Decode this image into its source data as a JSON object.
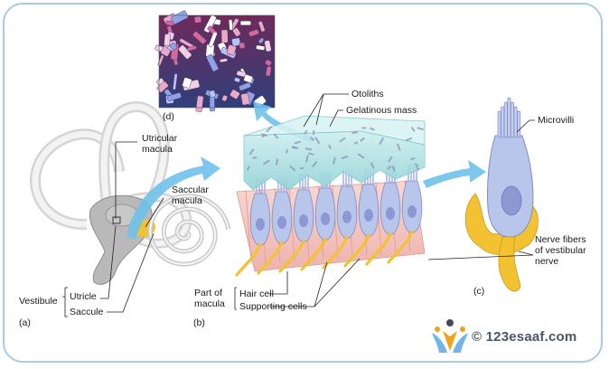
{
  "panels": {
    "a": "(a)",
    "b": "(b)",
    "c": "(c)",
    "d": "(d)"
  },
  "labels": {
    "utricular_macula": [
      "Utricular",
      "macula"
    ],
    "saccular_macula": [
      "Saccular",
      "macula"
    ],
    "vestibule": "Vestibule",
    "utricle": "Utricle",
    "saccule": "Saccule",
    "otoliths": "Otoliths",
    "gelatinous_mass": "Gelatinous mass",
    "part_of_macula": [
      "Part of",
      "macula"
    ],
    "hair_cell": "Hair cell",
    "supporting_cells": "Supporting cells",
    "microvilli": "Microvilli",
    "nerve_fibers": [
      "Nerve fibers",
      "of vestibular",
      "nerve"
    ]
  },
  "watermark": {
    "text": "© 123esaaf.com"
  },
  "colors": {
    "frame": "#a9cbe6",
    "arrow": "#6fc0ea",
    "hair_cell": "#b9c6ec",
    "nucleus": "#8d98d2",
    "supporting": "#f5c6c0",
    "nerve": "#f2c233",
    "gel": "#a9dde0"
  }
}
